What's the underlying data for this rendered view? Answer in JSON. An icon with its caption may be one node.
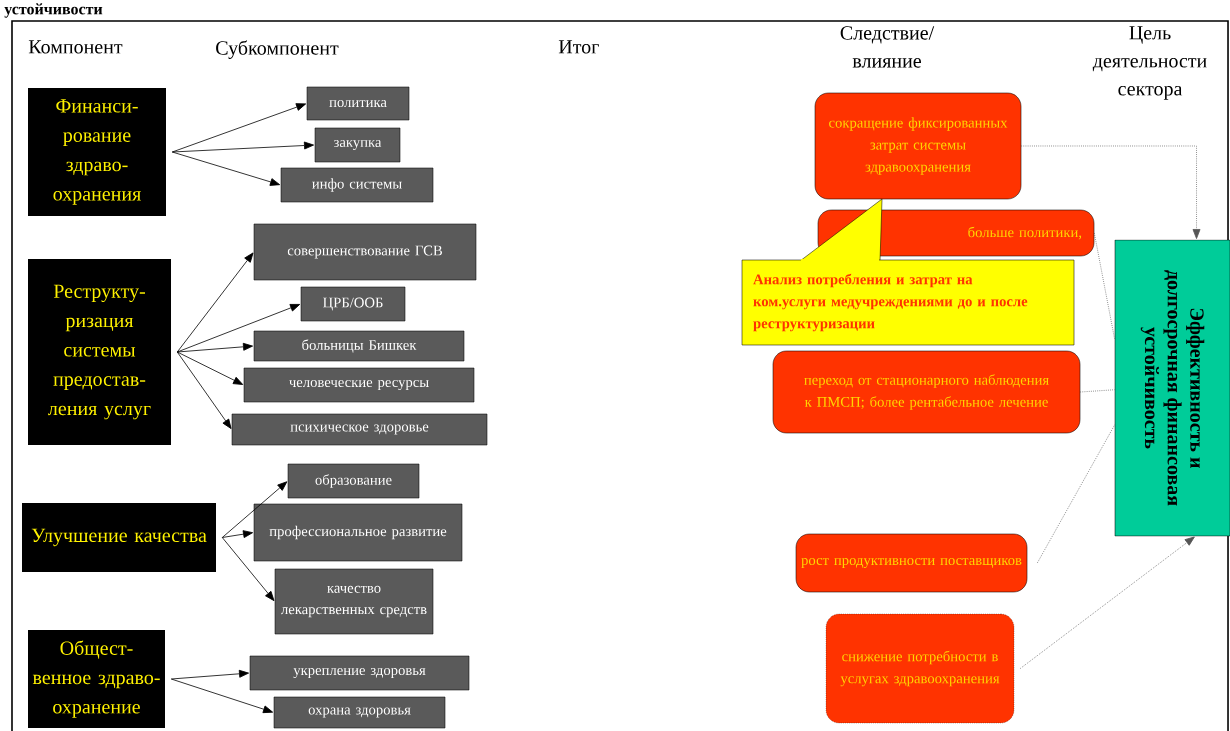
{
  "diagram": {
    "title": "устойчивости",
    "nodes": [
      {
        "text": [
          "Финанси- рование здраво- охранения"
        ]
      },
      {
        "text": [
          "политика"
        ]
      },
      {
        "text": [
          "закупка"
        ]
      },
      {
        "text": [
          "инфо системы"
        ]
      },
      {
        "text": [
          "Реструкту- ризация системы предостав- ления услуг"
        ]
      },
      {
        "text": [
          "совершенствование ГСВ"
        ]
      },
      {
        "text": [
          "ЦРБ/ООБ"
        ]
      },
      {
        "text": [
          "больницы Бишкек"
        ]
      },
      {
        "text": [
          "человеческие ресурсы"
        ]
      },
      {
        "text": [
          "психическое здоровье"
        ]
      },
      {
        "text": [
          "Улучшение качества"
        ]
      },
      {
        "text": [
          "образование"
        ]
      },
      {
        "text": [
          "профессиональное развитие"
        ]
      },
      {
        "text": [
          "качество лекарственных средств"
        ]
      },
      {
        "text": [
          "Общест- венное здраво- охранение"
        ]
      },
      {
        "text": [
          "укрепление здоровья"
        ]
      },
      {
        "text": [
          "охрана здоровья"
        ]
      },
      {
        "text": [
          "сокращение фиксированных затрат системы здравоохранения"
        ]
      },
      {
        "text": [
          "больше политики,"
        ]
      },
      {
        "text": [
          "Анализ потребления и затрат на ком.услуги медучреждениями до и после реструктуризации"
        ]
      },
      {
        "text": [
          "переход от стационарного наблюдения к ПМСП; более рентабельное лечение"
        ]
      },
      {
        "text": [
          "рост продуктивности поставщиков"
        ]
      },
      {
        "text": [
          "снижение потребности в услугах здравоохранения"
        ]
      },
      {
        "text": [
          "Эффективность и долгосрочная финансовая устойчивость"
        ]
      }
    ],
    "edges": [
      {
        "from": 0,
        "to": 1,
        "arrow": "to"
      },
      {
        "from": 0,
        "to": 2,
        "arrow": "to"
      },
      {
        "from": 0,
        "to": 3,
        "arrow": "to"
      },
      {
        "from": 4,
        "to": 5,
        "arrow": "to"
      },
      {
        "from": 4,
        "to": 6,
        "arrow": "to"
      },
      {
        "from": 4,
        "to": 7,
        "arrow": "to"
      },
      {
        "from": 4,
        "to": 8,
        "arrow": "to"
      },
      {
        "from": 4,
        "to": 9,
        "arrow": "to"
      },
      {
        "from": 10,
        "to": 11,
        "arrow": "to"
      },
      {
        "from": 10,
        "to": 12,
        "arrow": "to"
      },
      {
        "from": 10,
        "to": 13,
        "arrow": "to"
      },
      {
        "from": 14,
        "to": 15,
        "arrow": "to"
      },
      {
        "from": 14,
        "to": 16,
        "arrow": "to"
      },
      {
        "from": 17,
        "to": 23,
        "arrow": "to",
        "style": "dashed",
        "color": "#555555"
      },
      {
        "from": 18,
        "to": 23,
        "arrow": "none",
        "style": "dashed",
        "color": "#555555"
      },
      {
        "from": 20,
        "to": 23,
        "arrow": "none",
        "style": "dashed",
        "color": "#555555"
      },
      {
        "from": 21,
        "to": 23,
        "arrow": "none",
        "style": "dashed",
        "color": "#555555"
      },
      {
        "from": 22,
        "to": 23,
        "arrow": "to",
        "style": "dashed",
        "color": "#555555"
      }
    ],
    "labels": [
      "Компонент",
      "Субкомпонент",
      "Итог",
      "Следствие/ влияние",
      "Цель деятельности сектора"
    ]
  }
}
